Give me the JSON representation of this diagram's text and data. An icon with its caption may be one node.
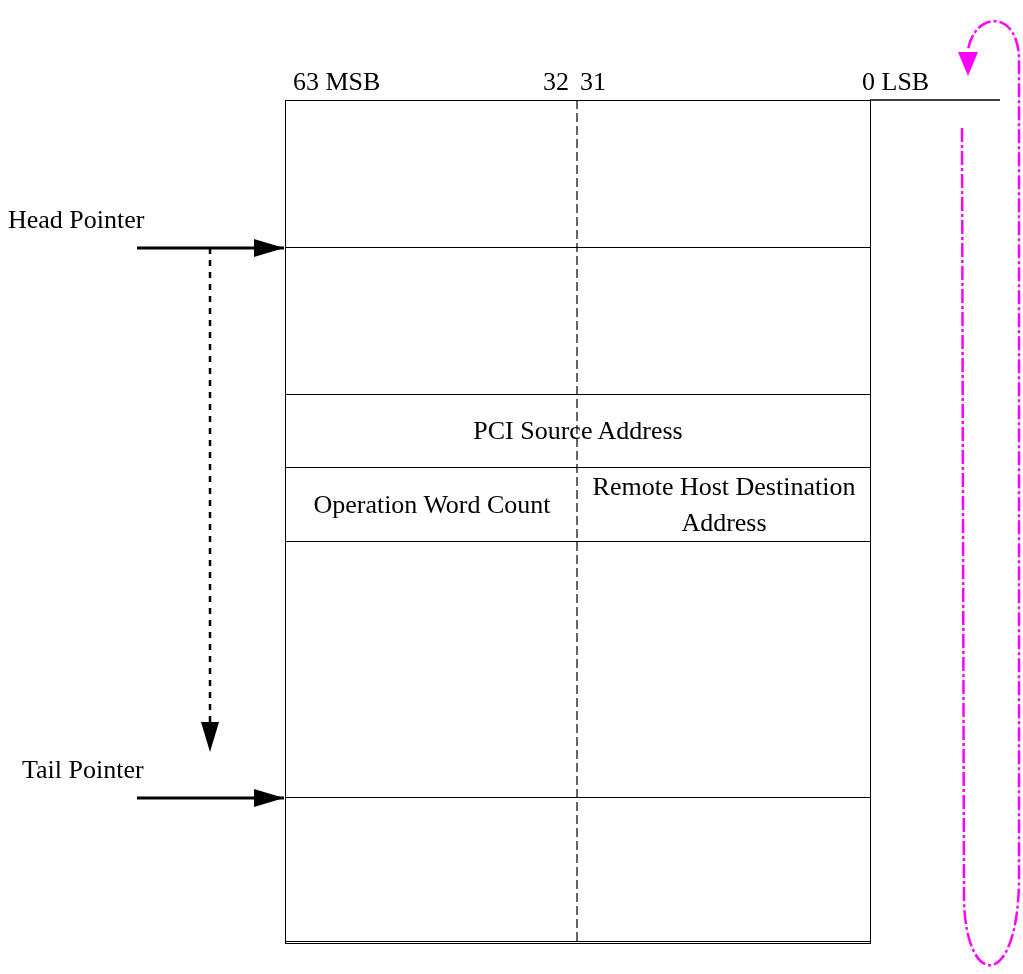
{
  "diagram": {
    "nodes": [
      {
        "text": [],
        "shape": "box"
      },
      {
        "text": [],
        "shape": "box",
        "in": 0
      },
      {
        "text": [],
        "shape": "box",
        "in": 0
      },
      {
        "text": [
          "PCI Source Address"
        ],
        "in": 0
      },
      {
        "text": [
          "Operation Word Count"
        ],
        "in": 0
      },
      {
        "text": [
          "Remote Host Destination Address"
        ],
        "in": 0
      },
      {
        "text": [],
        "shape": "box",
        "in": 0
      },
      {
        "text": [],
        "shape": "box",
        "in": 0
      },
      {
        "text": [
          "Head Pointer"
        ]
      },
      {
        "text": [
          "Tail Pointer"
        ]
      }
    ],
    "edges": [
      {
        "from": 8,
        "to": 2,
        "arrow": "to"
      },
      {
        "from": 8,
        "to": 9,
        "arrow": "to",
        "style": "dashed"
      },
      {
        "from": 9,
        "to": 7,
        "arrow": "to"
      }
    ],
    "labels": [
      "63 MSB",
      "32",
      "31",
      "0 LSB"
    ]
  }
}
